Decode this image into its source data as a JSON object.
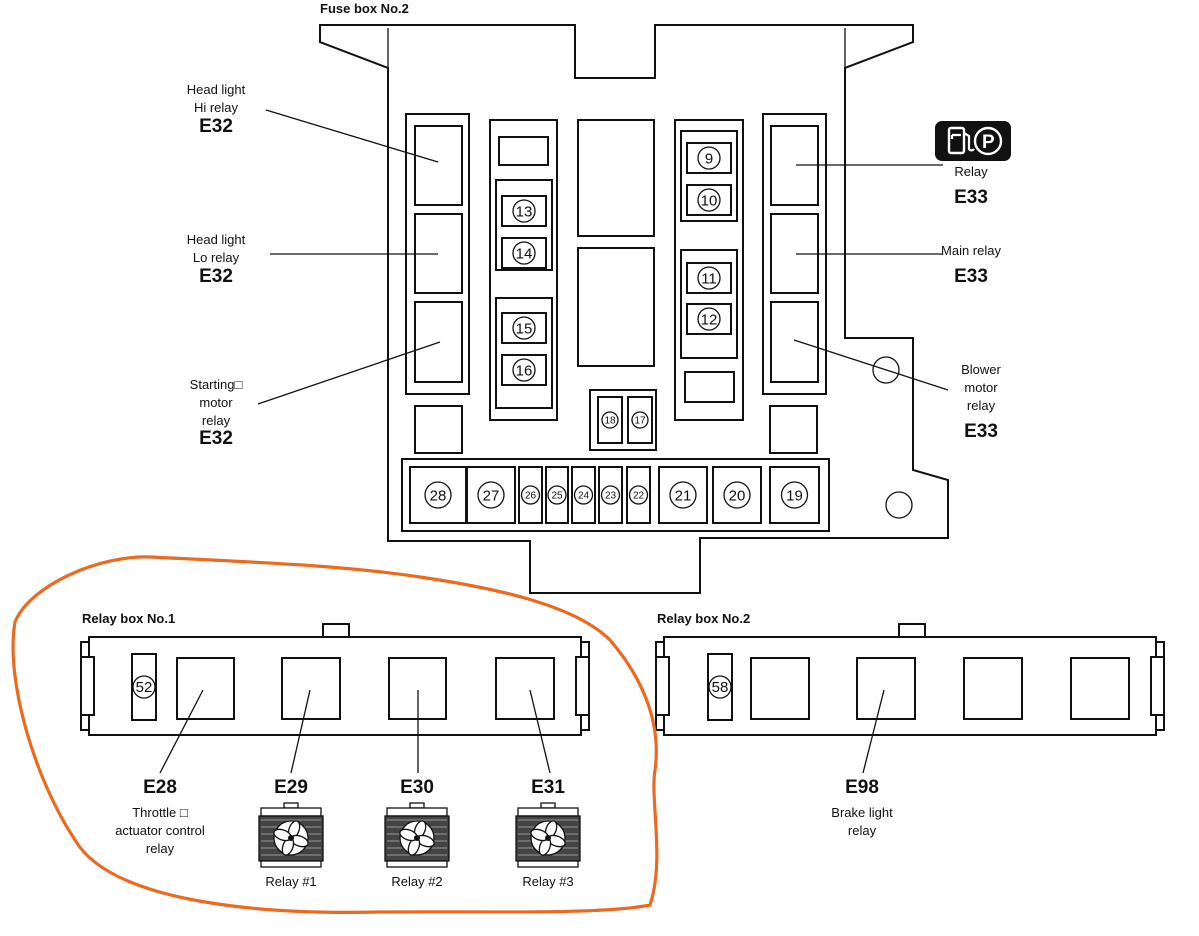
{
  "fuse_box_2": {
    "title": "Fuse box No.2",
    "left_labels": [
      {
        "name": "Head light\nHi relay",
        "code": "E32"
      },
      {
        "name": "Head light\nLo relay",
        "code": "E32"
      },
      {
        "name": "Starting□\nmotor\nrelay",
        "code": "E32"
      }
    ],
    "right_labels": [
      {
        "name": "Relay",
        "code": "E33"
      },
      {
        "name": "Main relay",
        "code": "E33"
      },
      {
        "name": "Blower\nmotor\nrelay",
        "code": "E33"
      }
    ],
    "fuses_left_column": [
      "13",
      "14",
      "15",
      "16"
    ],
    "fuses_right_column": [
      "9",
      "10",
      "11",
      "12"
    ],
    "fuses_small_center": [
      "18",
      "17"
    ],
    "fuses_bottom_row": [
      "28",
      "27",
      "26",
      "25",
      "24",
      "23",
      "22",
      "21",
      "20",
      "19"
    ],
    "icon": "fuel-pump-p-icon"
  },
  "relay_box_1": {
    "title": "Relay box No.1",
    "fuse": "52",
    "relays": [
      {
        "code": "E28",
        "name": "Throttle □\nactuator control\nrelay"
      },
      {
        "code": "E29",
        "name": "Relay #1",
        "icon": "fan-icon"
      },
      {
        "code": "E30",
        "name": "Relay #2",
        "icon": "fan-icon"
      },
      {
        "code": "E31",
        "name": "Relay #3",
        "icon": "fan-icon"
      }
    ]
  },
  "relay_box_2": {
    "title": "Relay box No.2",
    "fuse": "58",
    "relays": [
      {
        "code": "E98",
        "name": "Brake light\nrelay"
      }
    ]
  },
  "highlight_color": "#ea6a1f"
}
